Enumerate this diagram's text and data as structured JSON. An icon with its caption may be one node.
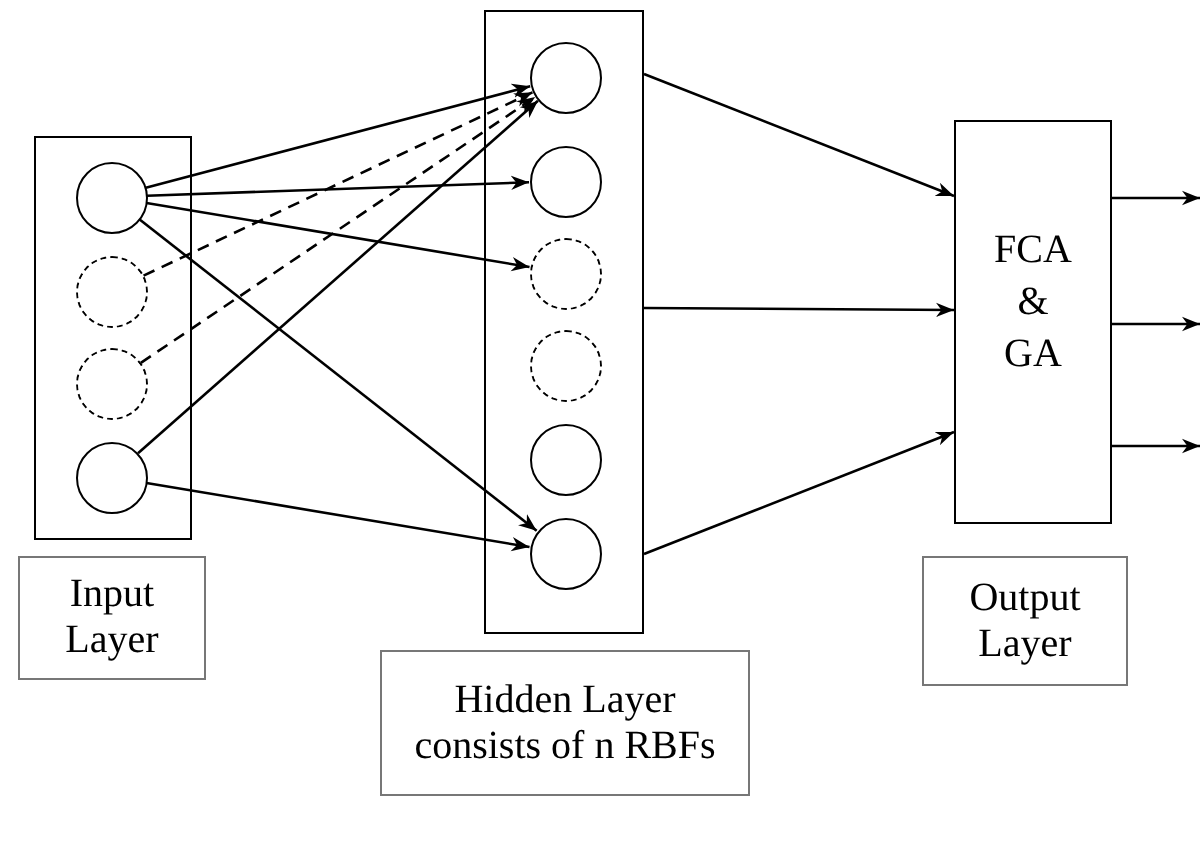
{
  "diagram": {
    "nodes": [
      {
        "text": [],
        "shape": "box"
      },
      {
        "text": [],
        "shape": "circle",
        "in": 0
      },
      {
        "text": [],
        "shape": "circle",
        "in": 0
      },
      {
        "text": [],
        "shape": "circle",
        "in": 0
      },
      {
        "text": [],
        "shape": "circle",
        "in": 0
      },
      {
        "text": [
          "Input Layer"
        ]
      },
      {
        "text": [],
        "shape": "box"
      },
      {
        "text": [],
        "shape": "circle",
        "in": 6
      },
      {
        "text": [],
        "shape": "circle",
        "in": 6
      },
      {
        "text": [],
        "shape": "circle",
        "in": 6
      },
      {
        "text": [],
        "shape": "circle",
        "in": 6
      },
      {
        "text": [],
        "shape": "circle",
        "in": 6
      },
      {
        "text": [],
        "shape": "circle",
        "in": 6
      },
      {
        "text": [
          "Hidden Layer consists of n RBFs"
        ]
      },
      {
        "text": [
          "FCA & GA"
        ]
      },
      {
        "text": [
          "Output Layer"
        ]
      }
    ],
    "edges": [
      {
        "from": 1,
        "to": 7,
        "arrow": "to"
      },
      {
        "from": 1,
        "to": 8,
        "arrow": "to"
      },
      {
        "from": 1,
        "to": 9,
        "arrow": "to"
      },
      {
        "from": 1,
        "to": 12,
        "arrow": "to"
      },
      {
        "from": 2,
        "to": 7,
        "arrow": "to",
        "style": "dashed"
      },
      {
        "from": 3,
        "to": 7,
        "arrow": "to",
        "style": "dashed"
      },
      {
        "from": 4,
        "to": 7,
        "arrow": "to"
      },
      {
        "from": 4,
        "to": 12,
        "arrow": "to"
      },
      {
        "from": 6,
        "to": 14,
        "arrow": "to"
      },
      {
        "from": 6,
        "to": 14,
        "arrow": "to"
      },
      {
        "from": 6,
        "to": 14,
        "arrow": "to"
      },
      {
        "from": 14,
        "to": null,
        "arrow": "to"
      },
      {
        "from": 14,
        "to": null,
        "arrow": "to"
      },
      {
        "from": 14,
        "to": null,
        "arrow": "to"
      }
    ]
  }
}
